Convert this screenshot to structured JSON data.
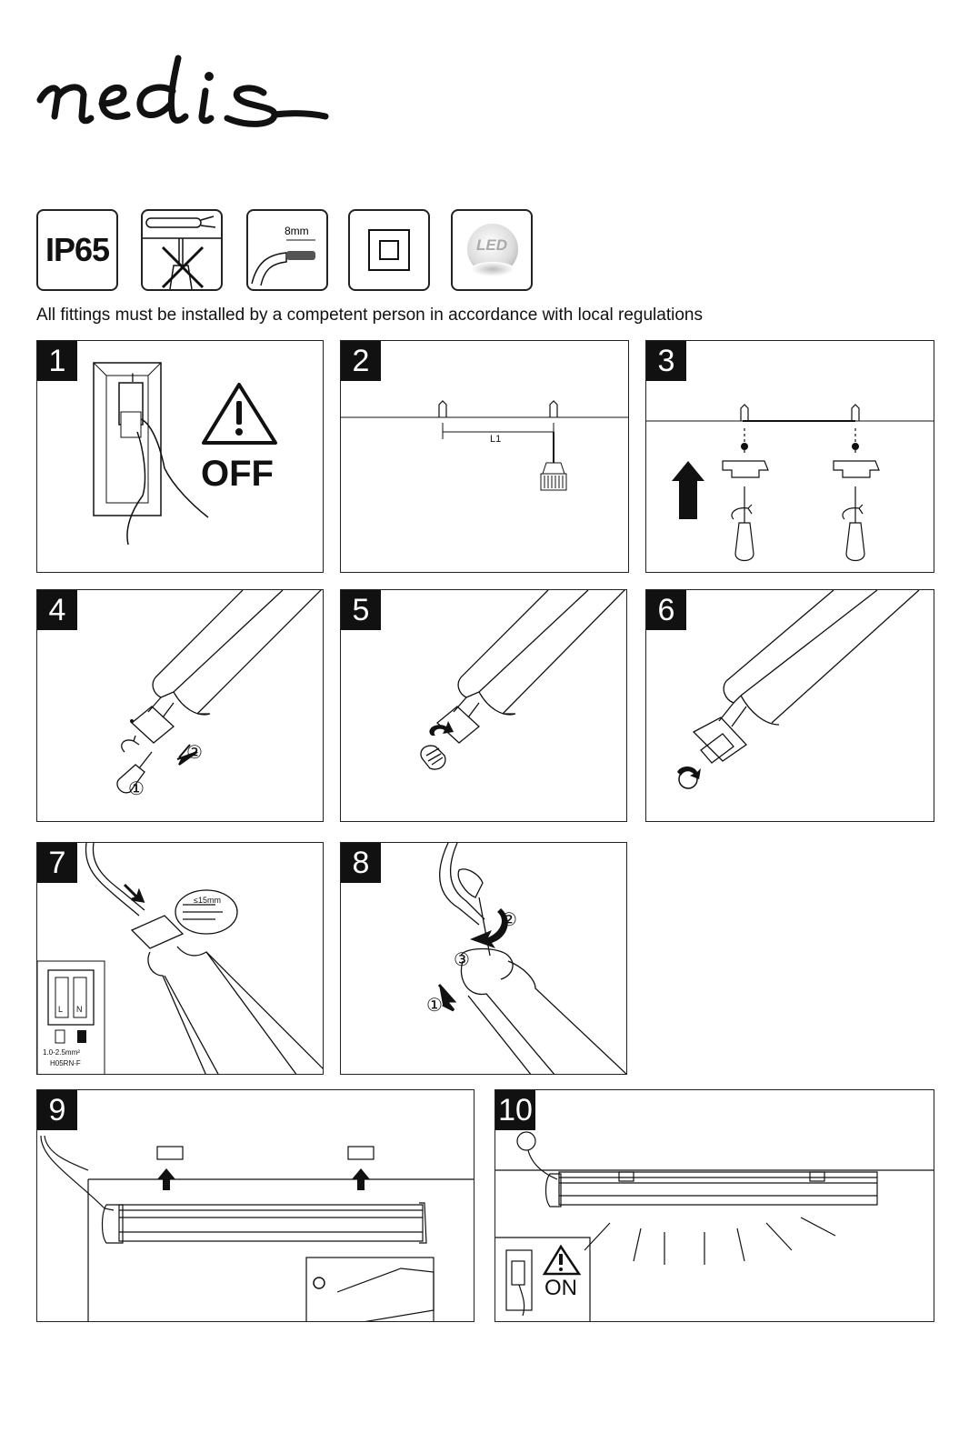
{
  "brand": {
    "logo_text": "nedis"
  },
  "icons": [
    {
      "name": "ip65-icon",
      "label": "IP65"
    },
    {
      "name": "no-drill-over-cable-icon"
    },
    {
      "name": "strip-8mm-icon",
      "label": "8mm"
    },
    {
      "name": "double-insulation-icon"
    },
    {
      "name": "led-icon",
      "label": "LED"
    }
  ],
  "notice": "All fittings must be installed by a competent person in accordance with local regulations",
  "steps": [
    {
      "number": "1",
      "label": "OFF",
      "switch_mark": "I"
    },
    {
      "number": "2",
      "dimension": "L1"
    },
    {
      "number": "3"
    },
    {
      "number": "4",
      "callouts": [
        "②",
        "①"
      ]
    },
    {
      "number": "5"
    },
    {
      "number": "6"
    },
    {
      "number": "7",
      "strip": "≤15mm",
      "terminal_l": "L",
      "terminal_n": "N",
      "cable_size": "1.0-2.5mm²",
      "cable_type": "H05RN-F"
    },
    {
      "number": "8",
      "callouts": [
        "②",
        "③",
        "①"
      ]
    },
    {
      "number": "9"
    },
    {
      "number": "10",
      "label": "ON"
    }
  ]
}
